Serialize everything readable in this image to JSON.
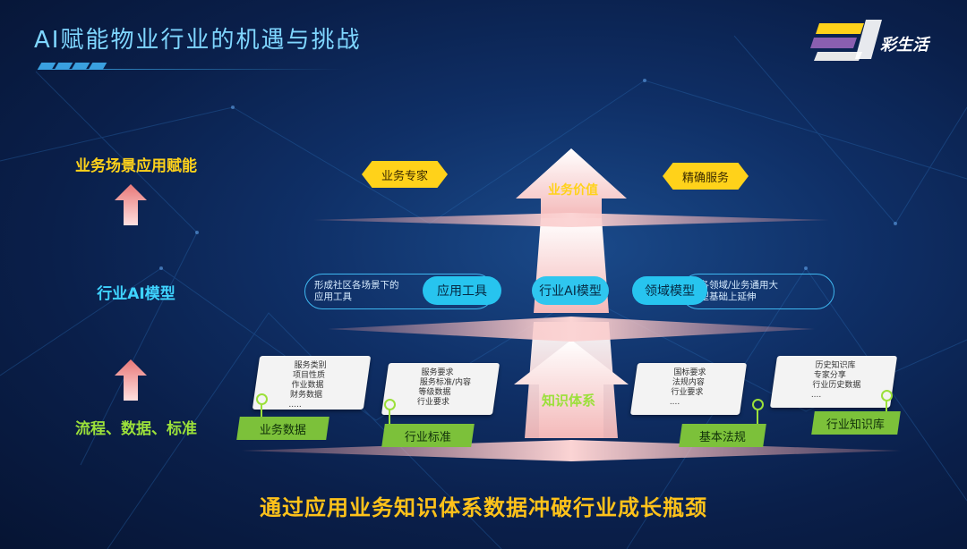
{
  "title": "AI赋能物业行业的机遇与挑战",
  "logo_text": "彩生活",
  "left_labels": {
    "top": "业务场景应用赋能",
    "middle": "行业AI模型",
    "bottom": "流程、数据、标准"
  },
  "center_labels": {
    "top_arrow": "业务价值",
    "middle_pill": "行业AI模型",
    "bottom_arrow": "知识体系"
  },
  "top_tags": {
    "left": "业务专家",
    "right": "精确服务"
  },
  "middle_row": {
    "left_desc": [
      "形成社区各场景下的",
      "应用工具"
    ],
    "left_pill": "应用工具",
    "right_pill": "领域模型",
    "right_desc": [
      "在各领域/业务通用大",
      "模型基础上延伸"
    ]
  },
  "cards": [
    {
      "tag": "业务数据",
      "lines": [
        "服务类别",
        "项目性质",
        "作业数据",
        "财务数据",
        "....."
      ]
    },
    {
      "tag": "行业标准",
      "lines": [
        "服务要求",
        "服务标准/内容",
        "等级数据",
        "行业要求"
      ]
    },
    {
      "tag": "基本法规",
      "lines": [
        "国标要求",
        "法规内容",
        "行业要求",
        "...."
      ]
    },
    {
      "tag": "行业知识库",
      "lines": [
        "历史知识库",
        "专家分享",
        "行业历史数据",
        "...."
      ]
    }
  ],
  "bottom_text": "通过应用业务知识体系数据冲破行业成长瓶颈",
  "colors": {
    "accent_yellow": "#ffd21a",
    "accent_cyan": "#27c4ef",
    "accent_green": "#7cc13a",
    "background": "#0f2f66"
  }
}
